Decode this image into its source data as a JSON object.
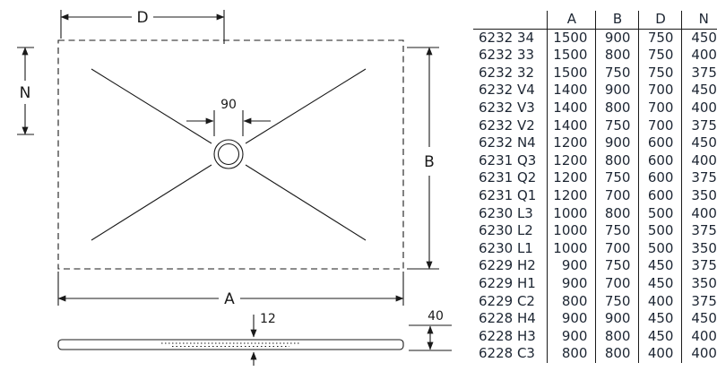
{
  "colors": {
    "line": "#1a1a1a",
    "table_text": "#1d2633"
  },
  "drawing": {
    "top_view": {
      "width_label": "A",
      "height_label": "B",
      "drain_x_label": "D",
      "drain_y_label": "N",
      "drain_diameter_label": "90"
    },
    "side_view": {
      "thickness_label": "12",
      "edge_height_label": "40"
    }
  },
  "table": {
    "headers": [
      "",
      "A",
      "B",
      "D",
      "N"
    ],
    "rows": [
      [
        "6232 34",
        "1500",
        "900",
        "750",
        "450"
      ],
      [
        "6232 33",
        "1500",
        "800",
        "750",
        "400"
      ],
      [
        "6232 32",
        "1500",
        "750",
        "750",
        "375"
      ],
      [
        "6232 V4",
        "1400",
        "900",
        "700",
        "450"
      ],
      [
        "6232 V3",
        "1400",
        "800",
        "700",
        "400"
      ],
      [
        "6232 V2",
        "1400",
        "750",
        "700",
        "375"
      ],
      [
        "6232 N4",
        "1200",
        "900",
        "600",
        "450"
      ],
      [
        "6231 Q3",
        "1200",
        "800",
        "600",
        "400"
      ],
      [
        "6231 Q2",
        "1200",
        "750",
        "600",
        "375"
      ],
      [
        "6231 Q1",
        "1200",
        "700",
        "600",
        "350"
      ],
      [
        "6230 L3",
        "1000",
        "800",
        "500",
        "400"
      ],
      [
        "6230 L2",
        "1000",
        "750",
        "500",
        "375"
      ],
      [
        "6230 L1",
        "1000",
        "700",
        "500",
        "350"
      ],
      [
        "6229 H2",
        "900",
        "750",
        "450",
        "375"
      ],
      [
        "6229 H1",
        "900",
        "700",
        "450",
        "350"
      ],
      [
        "6229 C2",
        "800",
        "750",
        "400",
        "375"
      ],
      [
        "6228 H4",
        "900",
        "900",
        "450",
        "450"
      ],
      [
        "6228 H3",
        "900",
        "800",
        "450",
        "400"
      ],
      [
        "6228 C3",
        "800",
        "800",
        "400",
        "400"
      ]
    ]
  }
}
